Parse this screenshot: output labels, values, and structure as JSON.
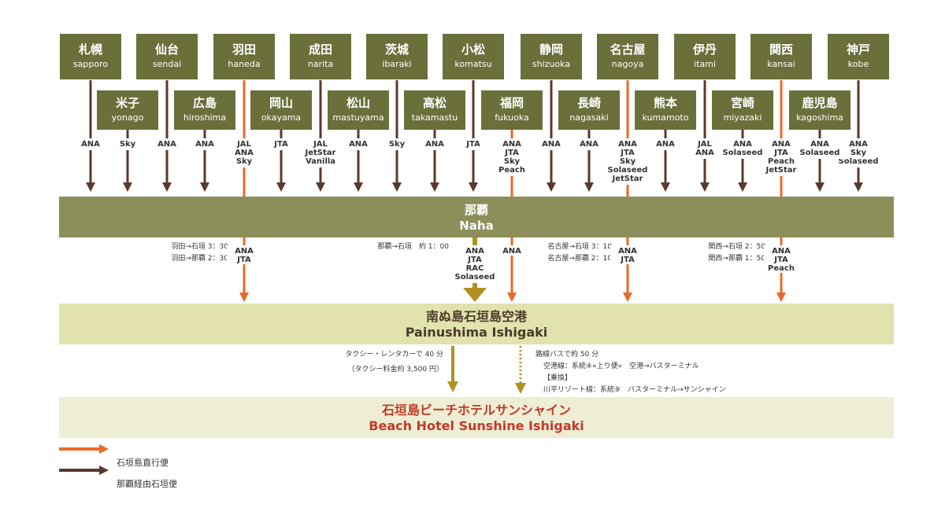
{
  "colors": {
    "city_box": "#6b6f3a",
    "naha_bar": "#8c8f5a",
    "ishigaki_bar": "#e1e2ad",
    "hotel_bar": "#eeeed4",
    "direct_arrow": "#e8692a",
    "via_naha_arrow": "#5a3a2e",
    "local_arrow": "#b09020",
    "hotel_text": "#c23a2a"
  },
  "cities_top": [
    {
      "ja": "札幌",
      "en": "sapporo",
      "airlines": "ANA",
      "direct": false
    },
    {
      "ja": "仙台",
      "en": "sendai",
      "airlines": "ANA",
      "direct": false
    },
    {
      "ja": "羽田",
      "en": "haneda",
      "airlines": "JAL\nANA\nSky",
      "direct": true
    },
    {
      "ja": "成田",
      "en": "narita",
      "airlines": "JAL\nJetStar\nVanilla",
      "direct": false
    },
    {
      "ja": "茨城",
      "en": "ibaraki",
      "airlines": "Sky",
      "direct": false
    },
    {
      "ja": "小松",
      "en": "komatsu",
      "airlines": "JTA",
      "direct": false
    },
    {
      "ja": "静岡",
      "en": "shizuoka",
      "airlines": "ANA",
      "direct": false
    },
    {
      "ja": "名古屋",
      "en": "nagoya",
      "airlines": "ANA\nJTA\nSky\nSolaseed\nJetStar",
      "direct": true
    },
    {
      "ja": "伊丹",
      "en": "itami",
      "airlines": "JAL\nANA",
      "direct": false
    },
    {
      "ja": "関西",
      "en": "kansai",
      "airlines": "ANA\nJTA\nPeach\nJetStar",
      "direct": true
    },
    {
      "ja": "神戸",
      "en": "kobe",
      "airlines": "ANA\nSky\nSolaseed",
      "direct": false
    }
  ],
  "cities_bottom": [
    {
      "ja": "米子",
      "en": "yonago",
      "airlines": "Sky"
    },
    {
      "ja": "広島",
      "en": "hiroshima",
      "airlines": "ANA"
    },
    {
      "ja": "岡山",
      "en": "okayama",
      "airlines": "JTA"
    },
    {
      "ja": "松山",
      "en": "mastuyama",
      "airlines": "ANA"
    },
    {
      "ja": "高松",
      "en": "takamastu",
      "airlines": "ANA"
    },
    {
      "ja": "福岡",
      "en": "fukuoka",
      "airlines": "ANA\nJTA\nSky\nPeach",
      "direct": true
    },
    {
      "ja": "長崎",
      "en": "nagasaki",
      "airlines": "ANA"
    },
    {
      "ja": "熊本",
      "en": "kumamoto",
      "airlines": "ANA"
    },
    {
      "ja": "宮崎",
      "en": "miyazaki",
      "airlines": "ANA\nSolaseed"
    },
    {
      "ja": "鹿児島",
      "en": "kagoshima",
      "airlines": "ANA\nSolaseed"
    }
  ],
  "naha": {
    "ja": "那覇",
    "en": "Naha"
  },
  "direct_routes": [
    {
      "from": "haneda",
      "times": [
        "羽田→石垣 3：30",
        "羽田→那覇 2：30"
      ],
      "airlines": "ANA\nJTA"
    },
    {
      "from": "fukuoka",
      "times": [],
      "airlines": "ANA"
    },
    {
      "from": "nagoya",
      "times": [
        "名古屋→石垣 3：10",
        "名古屋→那覇 2：10"
      ],
      "airlines": "ANA\nJTA"
    },
    {
      "from": "kansai",
      "times": [
        "関西→石垣 2：50",
        "関西→那覇 1：50"
      ],
      "airlines": "ANA\nJTA\nPeach"
    }
  ],
  "naha_to_ishigaki": {
    "time": "那覇→石垣　約 1：00",
    "airlines": "ANA\nJTA\nRAC\nSolaseed"
  },
  "ishigaki": {
    "ja": "南ぬ島石垣島空港",
    "en": "Painushima Ishigaki"
  },
  "taxi": {
    "line1": "タクシー・レンタカーで 40 分",
    "line2": "（タクシー料金約 3,500 円）"
  },
  "bus": {
    "line1": "路線バスで約 50 分",
    "line2": "空港線：系統④«上り便»　空港→バスターミナル",
    "line3": "【乗換】",
    "line4": "川平リゾート線：系統⑨　バスターミナル→サンシャイン"
  },
  "hotel": {
    "ja": "石垣島ビーチホテルサンシャイン",
    "en": "Beach Hotel Sunshine Ishigaki"
  },
  "legend": {
    "direct": "石垣島直行便",
    "via_naha": "那覇経由石垣便"
  }
}
